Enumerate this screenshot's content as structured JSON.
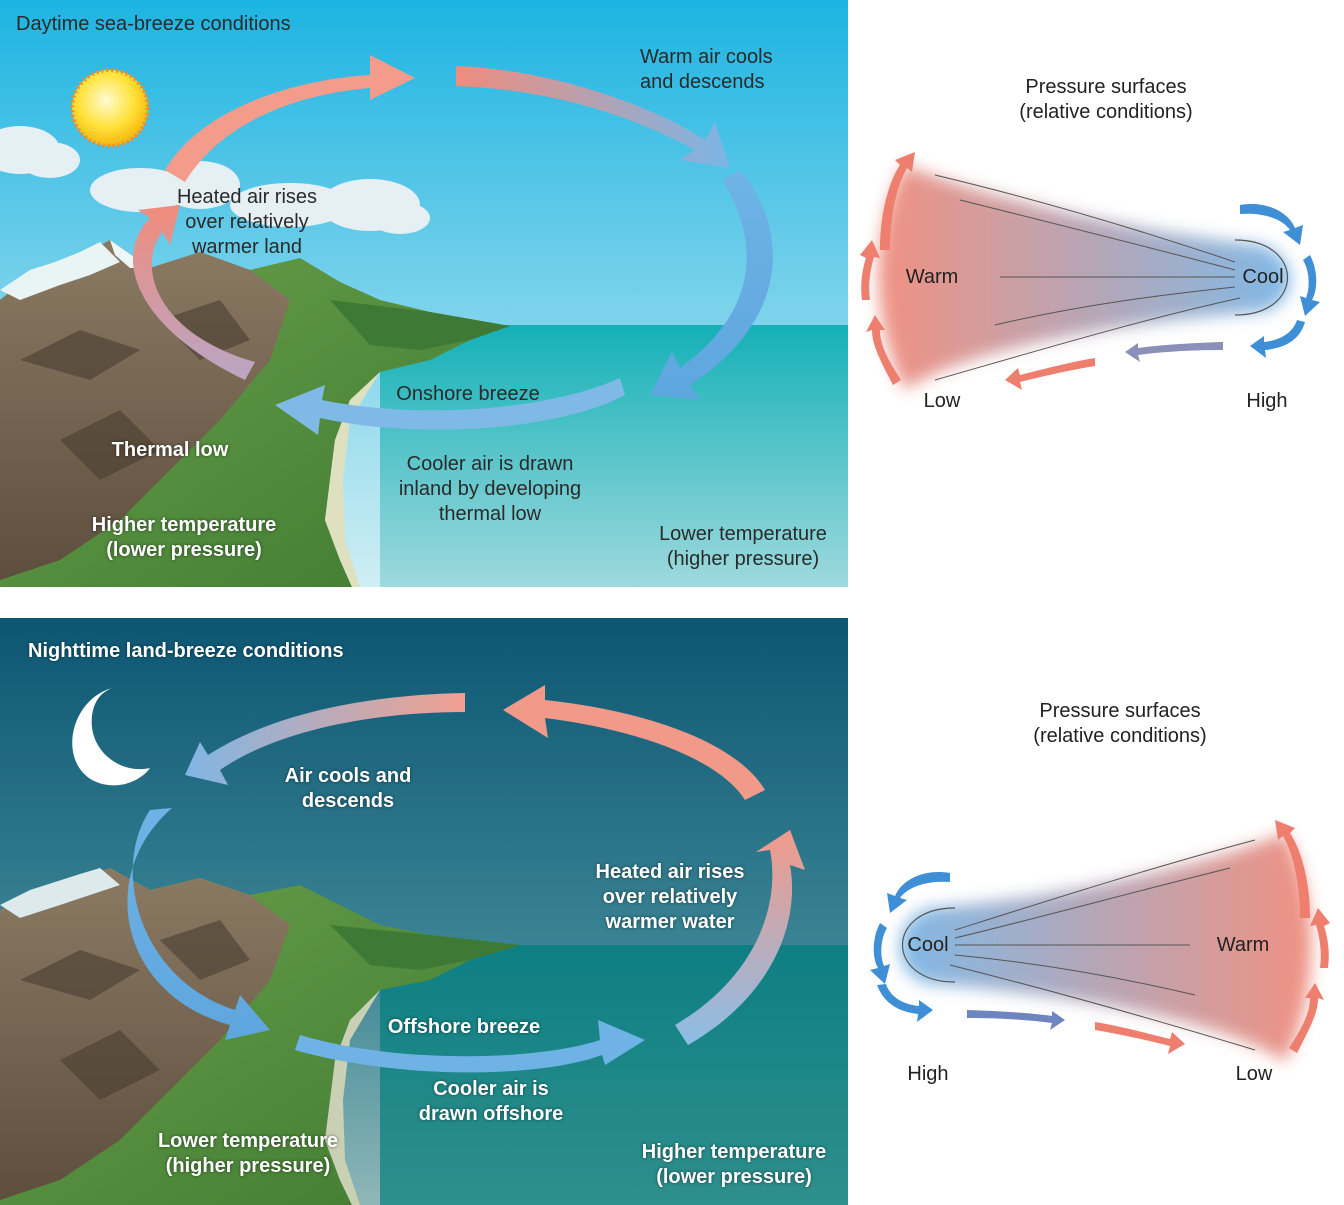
{
  "day_panel": {
    "title": "Daytime sea-breeze conditions",
    "labels": {
      "warm_air_cools": [
        "Warm air cools",
        "and descends"
      ],
      "heated_air_rises": [
        "Heated air rises",
        "over relatively",
        "warmer land"
      ],
      "onshore_breeze": "Onshore breeze",
      "thermal_low": "Thermal low",
      "cooler_air_drawn": [
        "Cooler air is drawn",
        "inland by developing",
        "thermal low"
      ],
      "land_conditions": [
        "Higher temperature",
        "(lower pressure)"
      ],
      "sea_conditions": [
        "Lower temperature",
        "(higher pressure)"
      ]
    }
  },
  "day_pressure": {
    "title": [
      "Pressure surfaces",
      "(relative conditions)"
    ],
    "warm": "Warm",
    "cool": "Cool",
    "low": "Low",
    "high": "High"
  },
  "night_panel": {
    "title": "Nighttime land-breeze conditions",
    "labels": {
      "air_cools": [
        "Air cools and",
        "descends"
      ],
      "heated_air_rises": [
        "Heated air rises",
        "over relatively",
        "warmer water"
      ],
      "offshore_breeze": "Offshore breeze",
      "cooler_air_drawn": [
        "Cooler air is",
        "drawn offshore"
      ],
      "land_conditions": [
        "Lower temperature",
        "(higher pressure)"
      ],
      "sea_conditions": [
        "Higher temperature",
        "(lower pressure)"
      ]
    }
  },
  "night_pressure": {
    "title": [
      "Pressure surfaces",
      "(relative conditions)"
    ],
    "warm": "Warm",
    "cool": "Cool",
    "low": "Low",
    "high": "High"
  },
  "colors": {
    "warm_red": "#f08c7c",
    "cool_blue": "#5fa8e0",
    "day_sky_top": "#1fb2e0",
    "night_sky_top": "#0f5e7a",
    "sea": "#1aa8b4"
  }
}
